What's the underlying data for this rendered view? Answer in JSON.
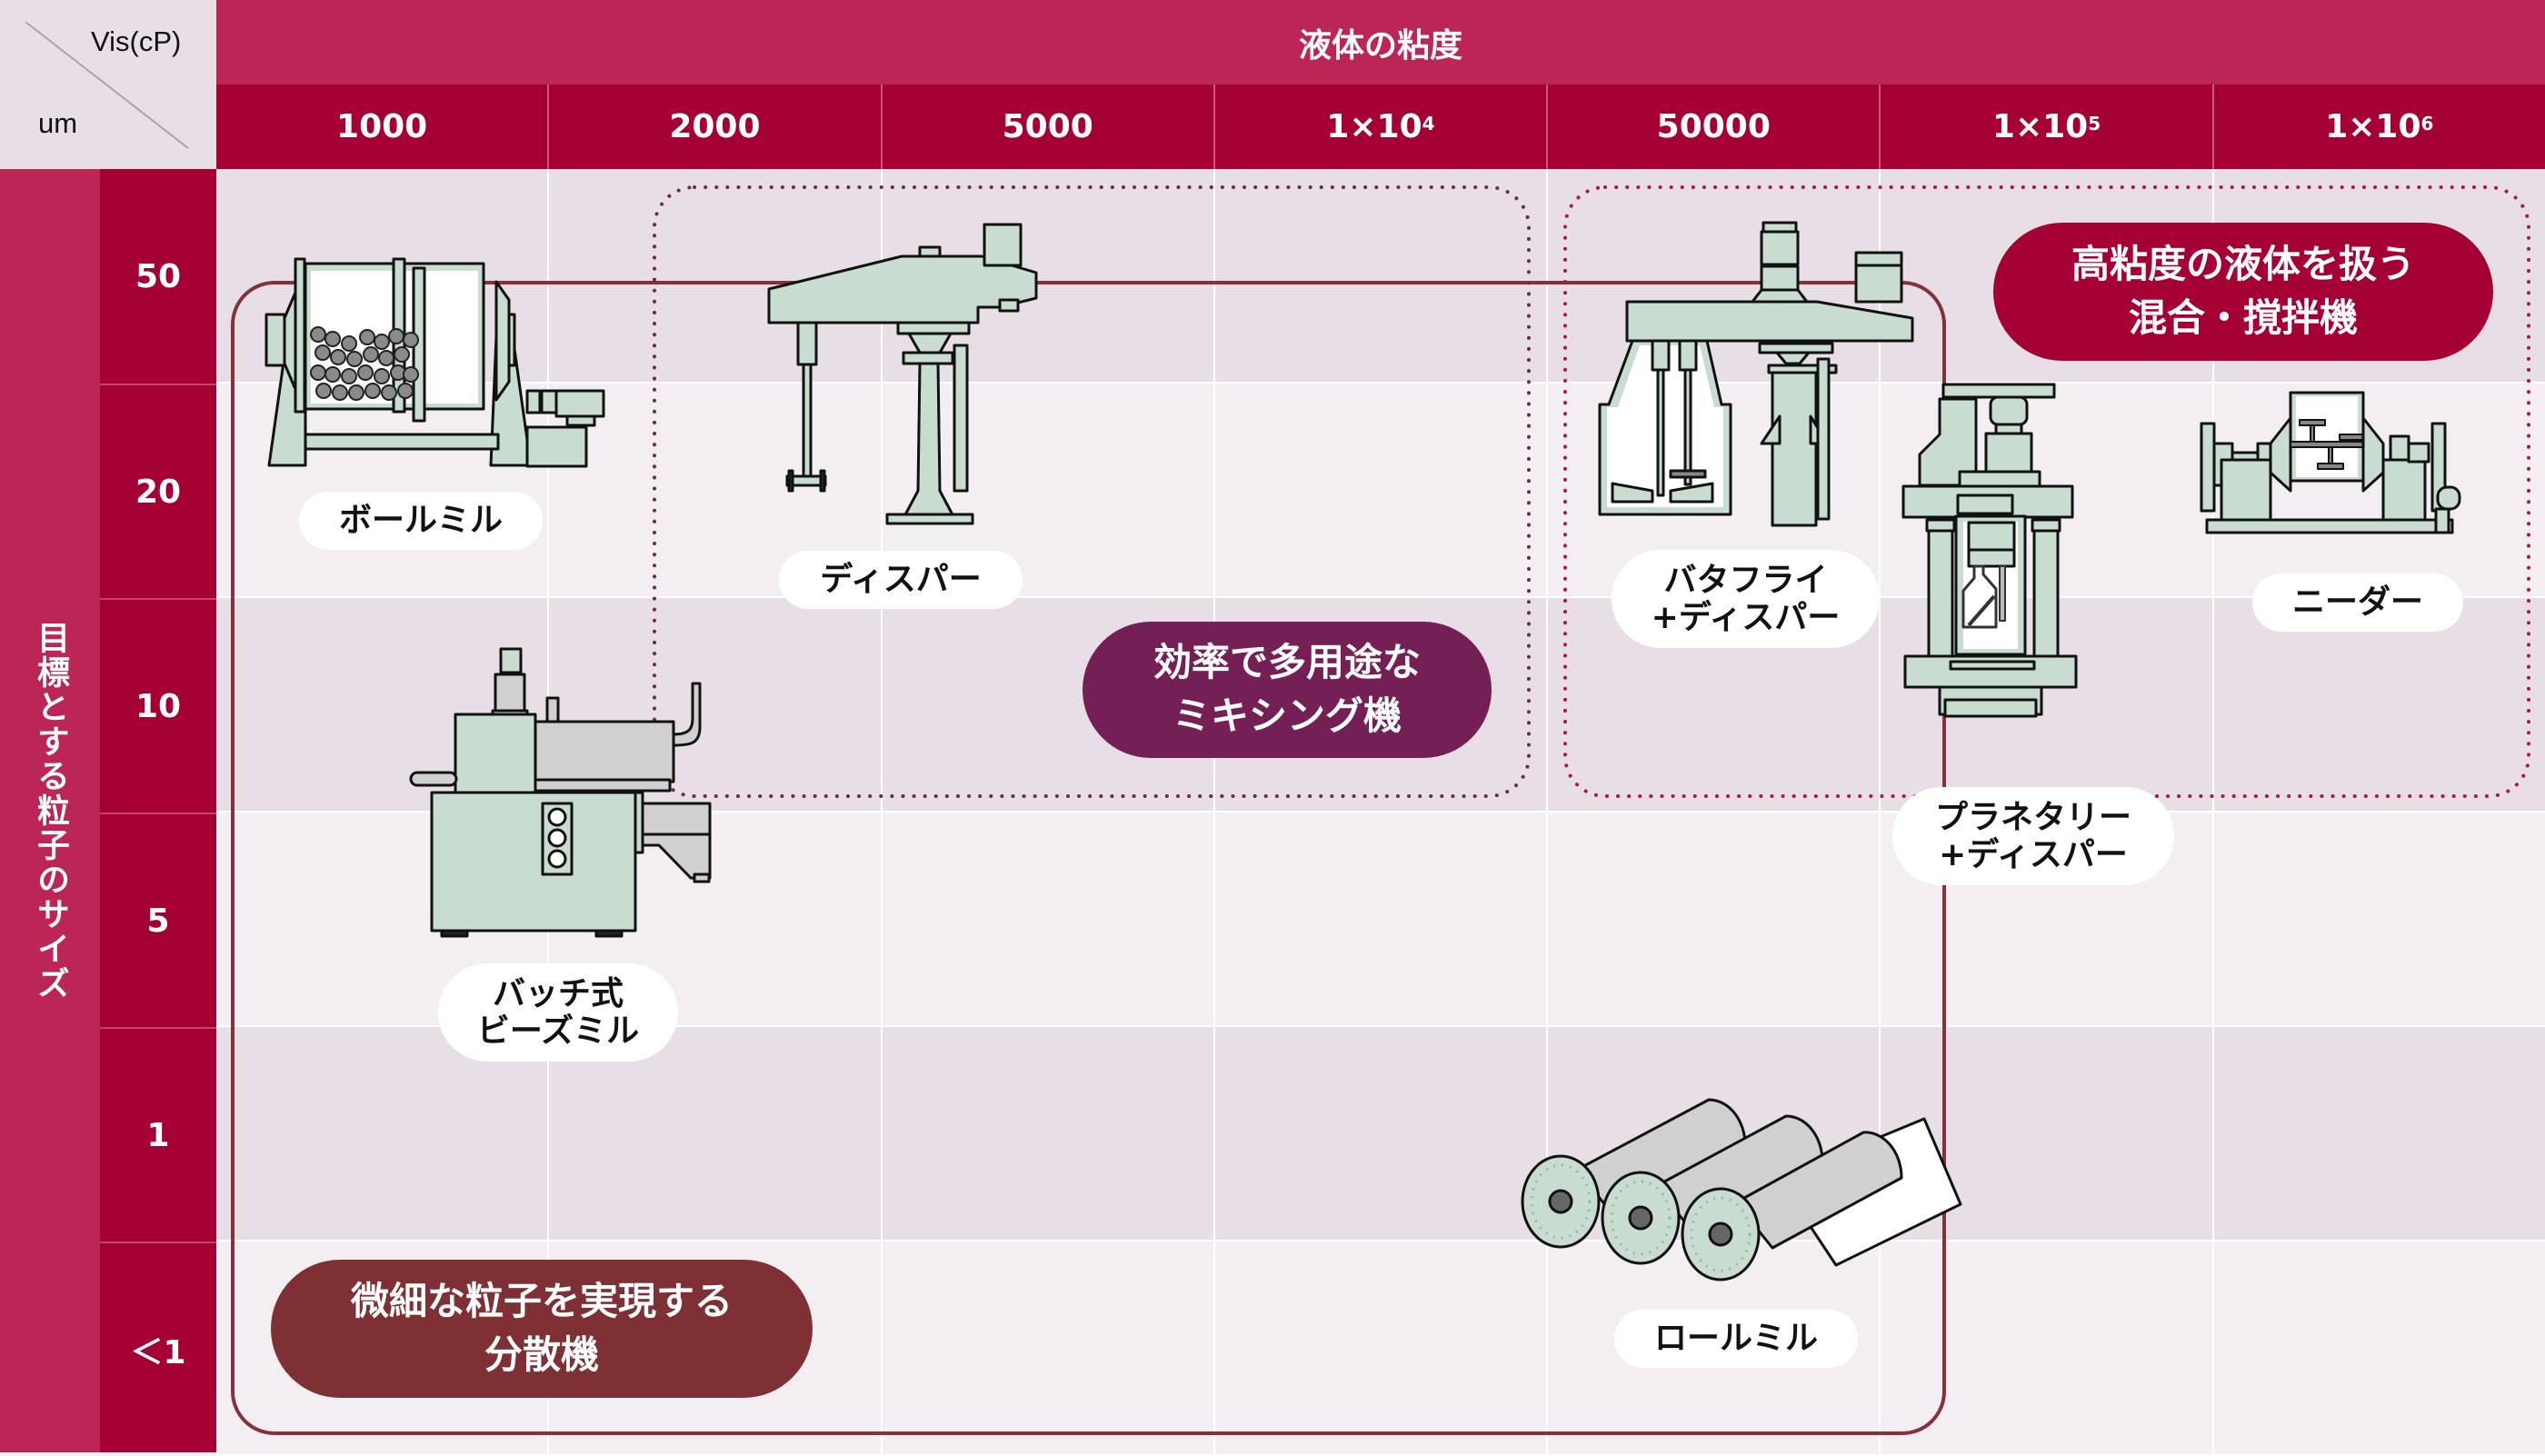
{
  "corner": {
    "col_axis": "Vis(cP)",
    "row_axis": "um"
  },
  "header": {
    "title": "液体の粘度",
    "columns": [
      {
        "base": "1000",
        "exp": ""
      },
      {
        "base": "2000",
        "exp": ""
      },
      {
        "base": "5000",
        "exp": ""
      },
      {
        "base": "1×10",
        "exp": "4"
      },
      {
        "base": "50000",
        "exp": ""
      },
      {
        "base": "1×10",
        "exp": "5"
      },
      {
        "base": "1×10",
        "exp": "6"
      }
    ]
  },
  "rows": {
    "title": "目標とする粒子のサイズ",
    "labels": [
      "50",
      "20",
      "10",
      "5",
      "1",
      "＜1"
    ]
  },
  "machines": {
    "ball_mill": [
      "ボールミル"
    ],
    "disper": [
      "ディスパー"
    ],
    "bead_mill": [
      "バッチ式",
      "ビーズミル"
    ],
    "butterfly": [
      "バタフライ",
      "+ディスパー"
    ],
    "planetary": [
      "プラネタリー",
      "+ディスパー"
    ],
    "kneader": [
      "ニーダー"
    ],
    "roll_mill": [
      "ロールミル"
    ]
  },
  "groups": {
    "dispersion": {
      "lines": [
        "微細な粒子を実現する",
        "分散機"
      ],
      "color": "#7f3034"
    },
    "mixing": {
      "lines": [
        "効率で多用途な",
        "ミキシング機"
      ],
      "color": "#741f55"
    },
    "high_viscosity": {
      "lines": [
        "高粘度の液体を扱う",
        "混合・撹拌機"
      ],
      "color": "#a50034"
    }
  },
  "colors": {
    "header_top": "#bc2656",
    "header_cols": "#a50034",
    "machine_fill": "#c8dccf",
    "outline_dispersion": "#86303a",
    "outline_mixing": "#6b2a4f",
    "outline_high_viscosity": "#b0154a"
  }
}
